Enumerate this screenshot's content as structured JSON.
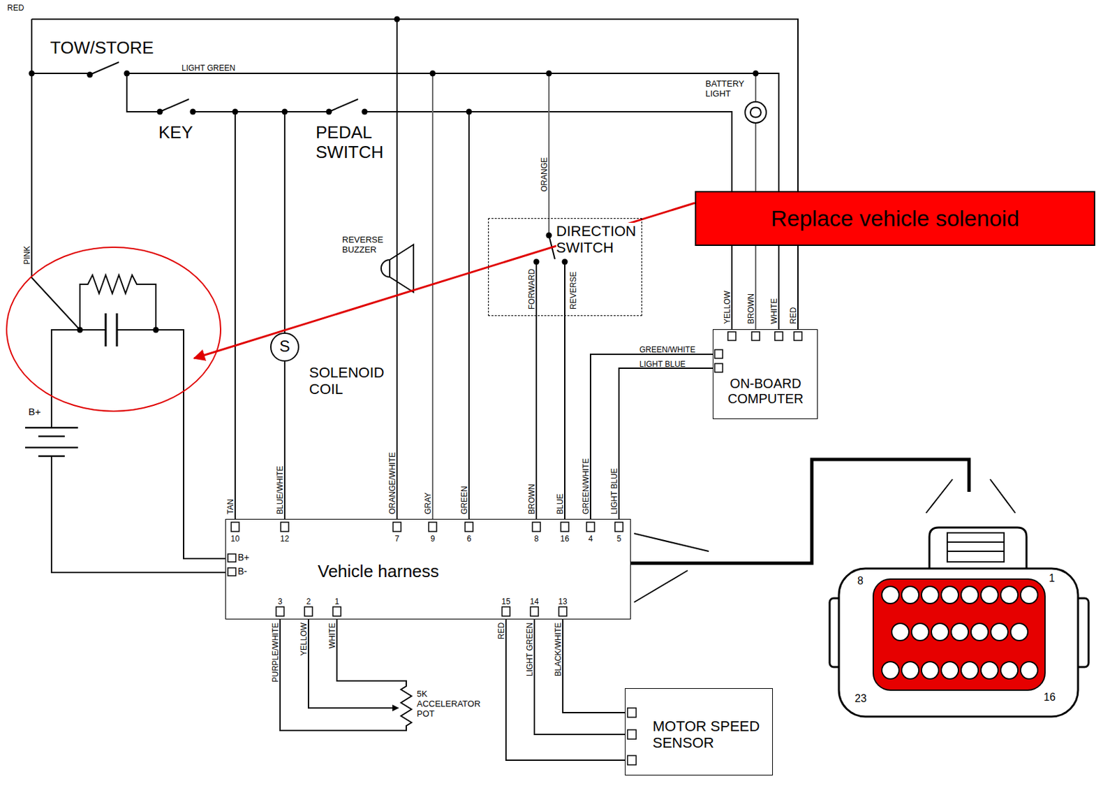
{
  "diagram": {
    "nodes": [
      {
        "text": [
          "DIRECTION SWITCH"
        ]
      },
      {
        "text": [
          "Replace vehicle solenoid"
        ]
      },
      {
        "text": [
          "S",
          "SOLENOID COIL"
        ]
      },
      {
        "text": [
          "ON-BOARD COMPUTER"
        ]
      },
      {
        "text": [
          "Vehicle harness"
        ]
      },
      {
        "text": [
          "MOTOR SPEED SENSOR"
        ]
      }
    ],
    "edges": [
      {
        "from": 0,
        "to": 4,
        "arrow": "none",
        "label": "BROWN"
      },
      {
        "from": 0,
        "to": 4,
        "arrow": "none",
        "label": "BLUE"
      },
      {
        "from": 2,
        "to": 4,
        "arrow": "none",
        "label": "BLUE/WHITE"
      },
      {
        "from": 4,
        "to": 3,
        "arrow": "none",
        "label": "GREEN/WHITE"
      },
      {
        "from": 4,
        "to": 3,
        "arrow": "none",
        "label": "LIGHT BLUE"
      },
      {
        "from": 4,
        "to": 5,
        "arrow": "none",
        "label": "RED"
      },
      {
        "from": 4,
        "to": 5,
        "arrow": "none",
        "label": "LIGHT GREEN"
      },
      {
        "from": 4,
        "to": 5,
        "arrow": "none",
        "label": "BLACK/WHITE"
      }
    ],
    "labels": [
      "RED",
      "TOW/STORE",
      "LIGHT GREEN",
      "KEY",
      "PEDAL SWITCH",
      "BATTERY LIGHT",
      "ORANGE",
      "PINK",
      "REVERSE BUZZER",
      "FORWARD",
      "REVERSE",
      "YELLOW",
      "BROWN",
      "WHITE",
      "RED",
      "GREEN/WHITE",
      "LIGHT BLUE",
      "B+",
      "TAN",
      "ORANGE/WHITE",
      "GRAY",
      "GREEN",
      "10",
      "12",
      "7",
      "9",
      "6",
      "8",
      "16",
      "4",
      "5",
      "B+",
      "B-",
      "3",
      "2",
      "1",
      "15",
      "14",
      "13",
      "PURPLE/WHITE",
      "YELLOW",
      "WHITE",
      "5K ACCELERATOR POT",
      "8",
      "1",
      "23",
      "16"
    ]
  }
}
